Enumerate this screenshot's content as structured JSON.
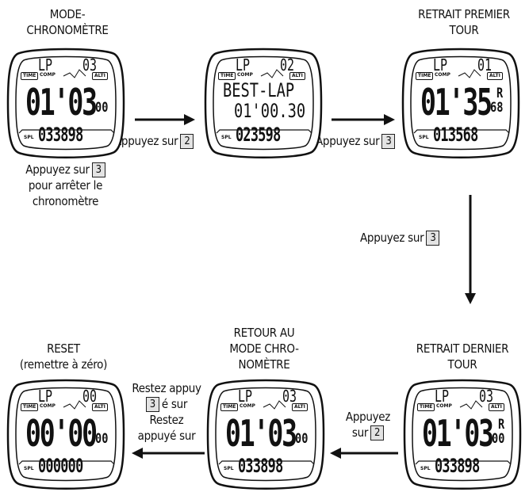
{
  "labels": {
    "mode_chrono": [
      "MODE-",
      "CHRONOMÈTRE"
    ],
    "retrait_premier": [
      "RETRAIT PREMIER",
      "TOUR"
    ],
    "retrait_dernier": [
      "RETRAIT DERNIER",
      "TOUR"
    ],
    "retour": [
      "RETOUR AU",
      "MODE CHRO-",
      "NOMÈTRE"
    ],
    "reset": [
      "RESET",
      "(remettre à zéro)"
    ]
  },
  "instructions": {
    "press2_a": {
      "text": "Appuyez sur",
      "key": "2"
    },
    "press3_a": {
      "text": "Appuyez sur",
      "key": "3"
    },
    "press3_stop": {
      "line1": "Appuyez sur",
      "key": "3",
      "line2": "pour arrêter le",
      "line3": "chronomètre"
    },
    "press3_down": {
      "text": "Appuyez sur",
      "key": "3"
    },
    "press2_b": {
      "line1": "Appuyez",
      "line2": "sur",
      "key": "2"
    },
    "restez": {
      "line1": "Restez appuy",
      "key": "3",
      "line2_suffix": "é sur",
      "line3": "Restez",
      "line4": "appuyé sur"
    }
  },
  "watch_labels": {
    "time": "TIME",
    "comp": "COMP",
    "alti": "ALTI",
    "spl": "SPL"
  },
  "watches": {
    "w1": {
      "top_left": "LP",
      "top_right": "03",
      "main": "01'03",
      "small": "00",
      "bottom": "033898"
    },
    "w2": {
      "top_left": "LP",
      "top_right": "02",
      "line1": "BEST-LAP",
      "line2": "01'00.30",
      "bottom": "023598"
    },
    "w3": {
      "top_left": "LP",
      "top_right": "01",
      "main": "01'35",
      "small_r": "R",
      "small": "68",
      "bottom": "013568"
    },
    "w4": {
      "top_left": "LP",
      "top_right": "03",
      "main": "01'03",
      "small_r": "R",
      "small": "00",
      "bottom": "033898"
    },
    "w5": {
      "top_left": "LP",
      "top_right": "03",
      "main": "01'03",
      "small": "00",
      "bottom": "033898"
    },
    "w6": {
      "top_left": "LP",
      "top_right": "00",
      "main": "00'00",
      "small": "00",
      "bottom": "000000"
    }
  }
}
